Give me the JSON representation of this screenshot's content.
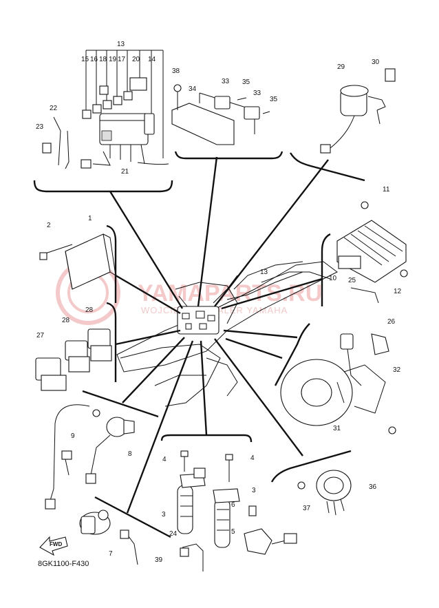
{
  "diagram_code": "8GK1100-F430",
  "fwd_label": "FWD",
  "watermark": {
    "brand": "YAMAPARTS.RU",
    "tagline": "WOJCIECH | DEALER YAMAHA"
  },
  "callouts": [
    "1",
    "2",
    "3",
    "3",
    "4",
    "4",
    "5",
    "6",
    "7",
    "8",
    "9",
    "10",
    "11",
    "12",
    "13",
    "13",
    "14",
    "15",
    "16",
    "17",
    "18",
    "19",
    "20",
    "21",
    "22",
    "23",
    "24",
    "25",
    "26",
    "27",
    "28",
    "28",
    "29",
    "30",
    "31",
    "32",
    "33",
    "33",
    "34",
    "35",
    "35",
    "36",
    "37",
    "38",
    "39"
  ],
  "groups": [
    "fuse-box-group",
    "ignition-coil-bracket-group",
    "main-switch-group",
    "ecu-group",
    "rectifier-regulator-group",
    "relay-group",
    "pickup-coil-group",
    "sensor-group",
    "ignition-coil-group",
    "speed-sensor-group",
    "thermo-unit-group"
  ]
}
